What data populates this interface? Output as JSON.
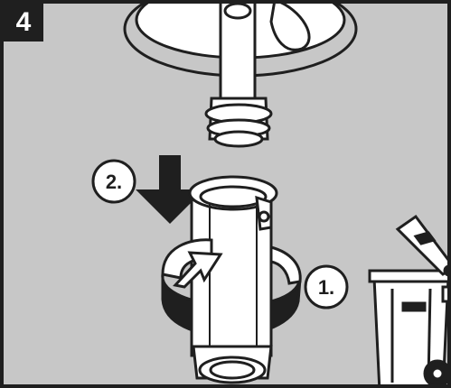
{
  "step": {
    "number": "4"
  },
  "callouts": [
    {
      "label": "2."
    },
    {
      "label": "1."
    }
  ],
  "colors": {
    "background": "#c7c7c7",
    "outline": "#1f1f1f",
    "part_fill": "#ffffff",
    "band_shade": "#1f1f1f"
  },
  "icons": [
    "filter-cartridge-icon",
    "push-down-arrow-icon",
    "rotate-arrow-icon",
    "recycle-bin-icon"
  ]
}
